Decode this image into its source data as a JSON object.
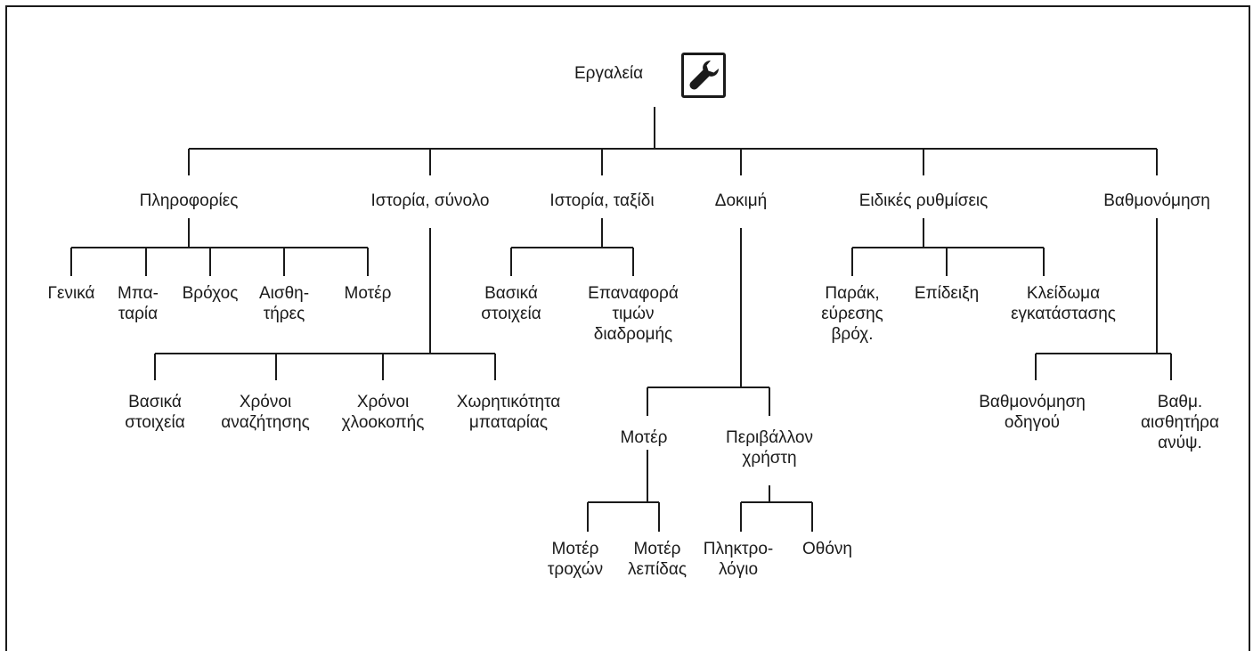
{
  "root": {
    "label": "Εργαλεία",
    "icon": "wrench-icon"
  },
  "branches": {
    "info": {
      "label": "Πληροφορίες",
      "children": {
        "general": "Γενικά",
        "battery": "Μπα-\nταρία",
        "rain": "Βρόχος",
        "sensors": "Αισθη-\nτήρες",
        "motor": "Μοτέρ"
      }
    },
    "history_total": {
      "label": "Ιστορία, σύνολο",
      "children": {
        "basics": "Βασικά\nστοιχεία",
        "search_times": "Χρόνοι\nαναζήτησης",
        "mowing_times": "Χρόνοι\nχλοοκοπής",
        "battery_capacity": "Χωρητικότητα\nμπαταρίας"
      }
    },
    "history_trip": {
      "label": "Ιστορία, ταξίδι",
      "children": {
        "basics": "Βασικά\nστοιχεία",
        "reset_route": "Επαναφορά\nτιμών\nδιαδρομής"
      }
    },
    "test": {
      "label": "Δοκιμή",
      "motor": {
        "label": "Μοτέρ",
        "children": {
          "wheel_motor": "Μοτέρ\nτροχών",
          "blade_motor": "Μοτέρ\nλεπίδας"
        }
      },
      "user_env": {
        "label": "Περιβάλλον\nχρήστη",
        "children": {
          "keypad": "Πληκτρο-\nλόγιο",
          "display": "Οθόνη"
        }
      }
    },
    "special": {
      "label": "Ειδικές ρυθμίσεις",
      "children": {
        "bypass": "Παράκ,\nεύρεσης\nβρόχ.",
        "demo": "Επίδειξη",
        "install_lock": "Κλείδωμα\nεγκατάστασης"
      }
    },
    "calibration": {
      "label": "Βαθμονόμηση",
      "children": {
        "guide": "Βαθμονόμηση\nοδηγού",
        "lift_sensor": "Βαθμ.\nαισθητήρα\nανύψ."
      }
    }
  }
}
